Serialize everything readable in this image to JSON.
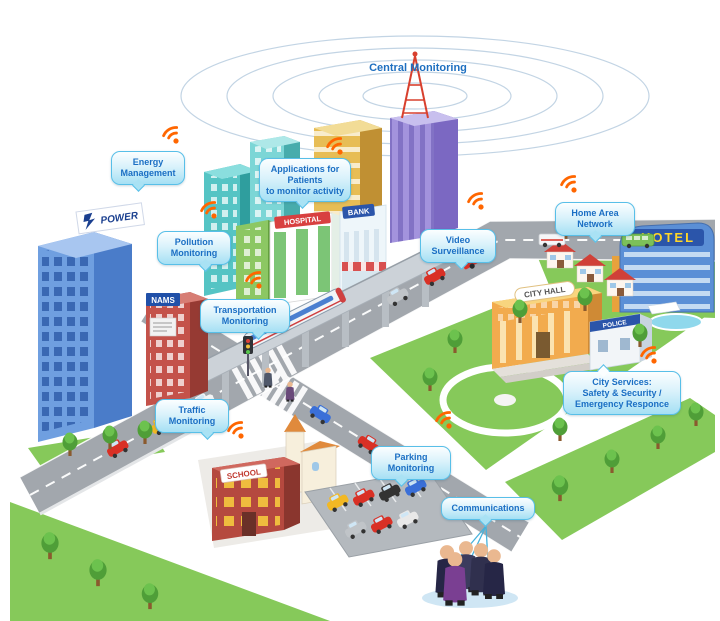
{
  "diagram": {
    "callouts": {
      "central_monitoring": "Central Monitoring",
      "energy_management": "Energy\nManagement",
      "applications_patients": "Applications for\nPatients\nto monitor activity",
      "pollution_monitoring": "Pollution\nMonitoring",
      "home_area_network": "Home Area\nNetwork",
      "video_surveillance": "Video\nSurveillance",
      "transportation_monitoring": "Transportation\nMonitoring",
      "traffic_monitoring": "Traffic\nMonitoring",
      "city_services": "City Services:\nSafety & Security /\nEmergency Responce",
      "parking_monitoring": "Parking\nMonitoring",
      "communications": "Communications"
    },
    "buildings": {
      "power": "POWER",
      "nams": "NAMS",
      "hospital": "HOSPITAL",
      "bank": "BANK",
      "city_hall": "CITY HALL",
      "hotel": "HOTEL",
      "police": "POLICE",
      "school": "SCHOOL"
    },
    "colors": {
      "callout_text": "#1b6fc4",
      "callout_border": "#58bfe8",
      "wifi": "#ff6600",
      "wave": "#c2d4e4",
      "grass": "#86c95a",
      "road": "#a2a7ad"
    }
  }
}
